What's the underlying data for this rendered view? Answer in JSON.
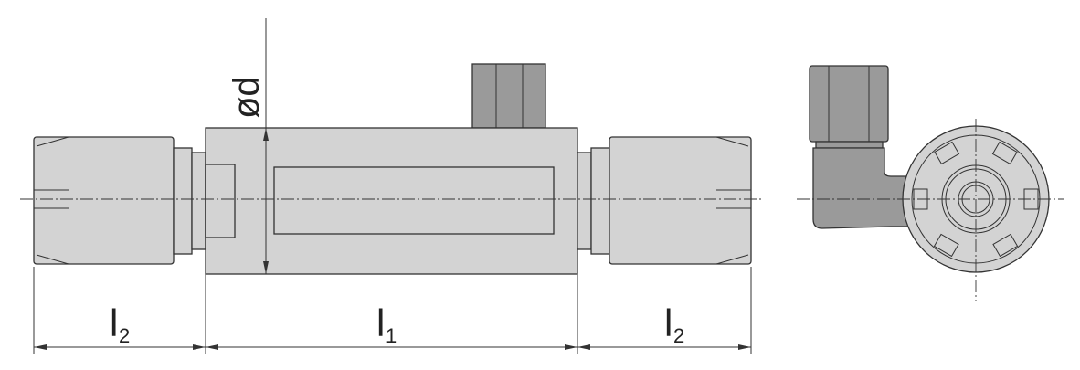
{
  "labels": {
    "diameter": "ød",
    "l1": {
      "main": "l",
      "sub": "1"
    },
    "l2_left": {
      "main": "l",
      "sub": "2"
    },
    "l2_right": {
      "main": "l",
      "sub": "2"
    }
  },
  "colors": {
    "part": "#d3d3d3",
    "fitting": "#9a9a9a",
    "line": "#333333"
  }
}
